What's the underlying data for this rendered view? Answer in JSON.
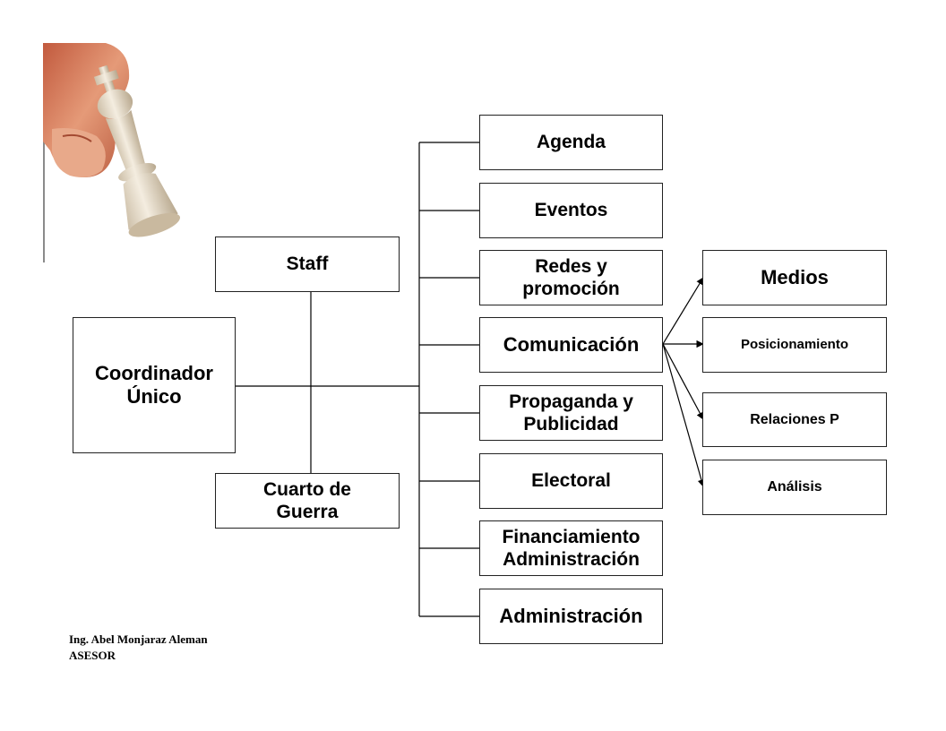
{
  "nodes": {
    "coordinador": "Coordinador\nÚnico",
    "staff": "Staff",
    "cuarto": "Cuarto de\nGuerra",
    "agenda": "Agenda",
    "eventos": "Eventos",
    "redes": "Redes y\npromoción",
    "comunicacion": "Comunicación",
    "propaganda": "Propaganda y\nPublicidad",
    "electoral": "Electoral",
    "financiamiento": "Financiamiento\nAdministración",
    "administracion": "Administración",
    "medios": "Medios",
    "posicionamiento": "Posicionamiento",
    "relaciones": "Relaciones P",
    "analisis": "Análisis"
  },
  "footer": {
    "author": "Ing. Abel Monjaraz Aleman",
    "role": "ASESOR"
  },
  "image": {
    "icon": "chess-king-in-hand"
  }
}
